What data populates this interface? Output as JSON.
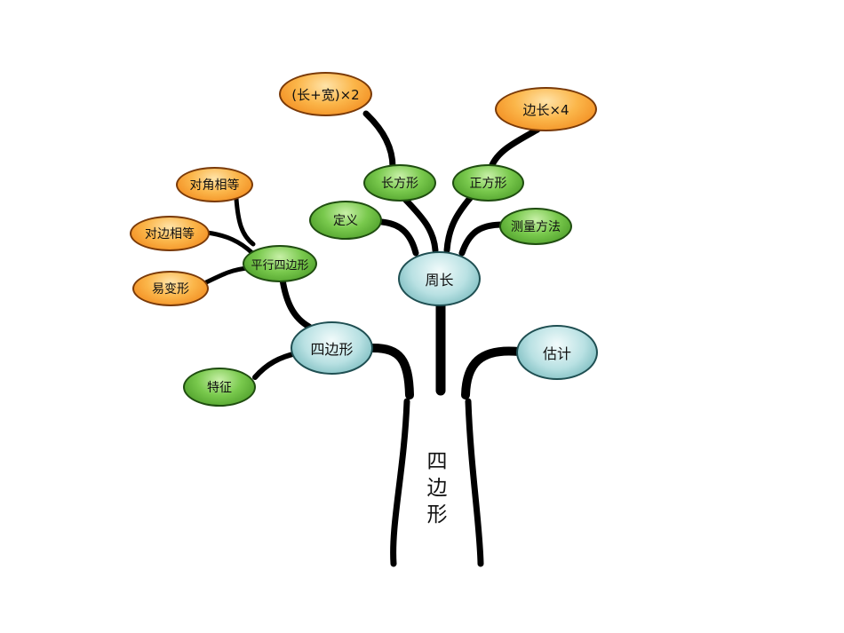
{
  "trunk": {
    "label": "四边形"
  },
  "nodes": {
    "formula_rectangle": "(长+宽)×2",
    "formula_square": "边长×4",
    "rectangle": "长方形",
    "square": "正方形",
    "definition": "定义",
    "measure_method": "测量方法",
    "perimeter": "周长",
    "opposite_angles_equal": "对角相等",
    "opposite_sides_equal": "对边相等",
    "parallelogram": "平行四边形",
    "easily_deformed": "易变形",
    "quadrilateral": "四边形",
    "features": "特征",
    "estimate": "估计"
  },
  "colors": {
    "orange": "#f49a28",
    "green": "#5cb035",
    "teal": "#8cc9cc",
    "branch": "#000000"
  }
}
